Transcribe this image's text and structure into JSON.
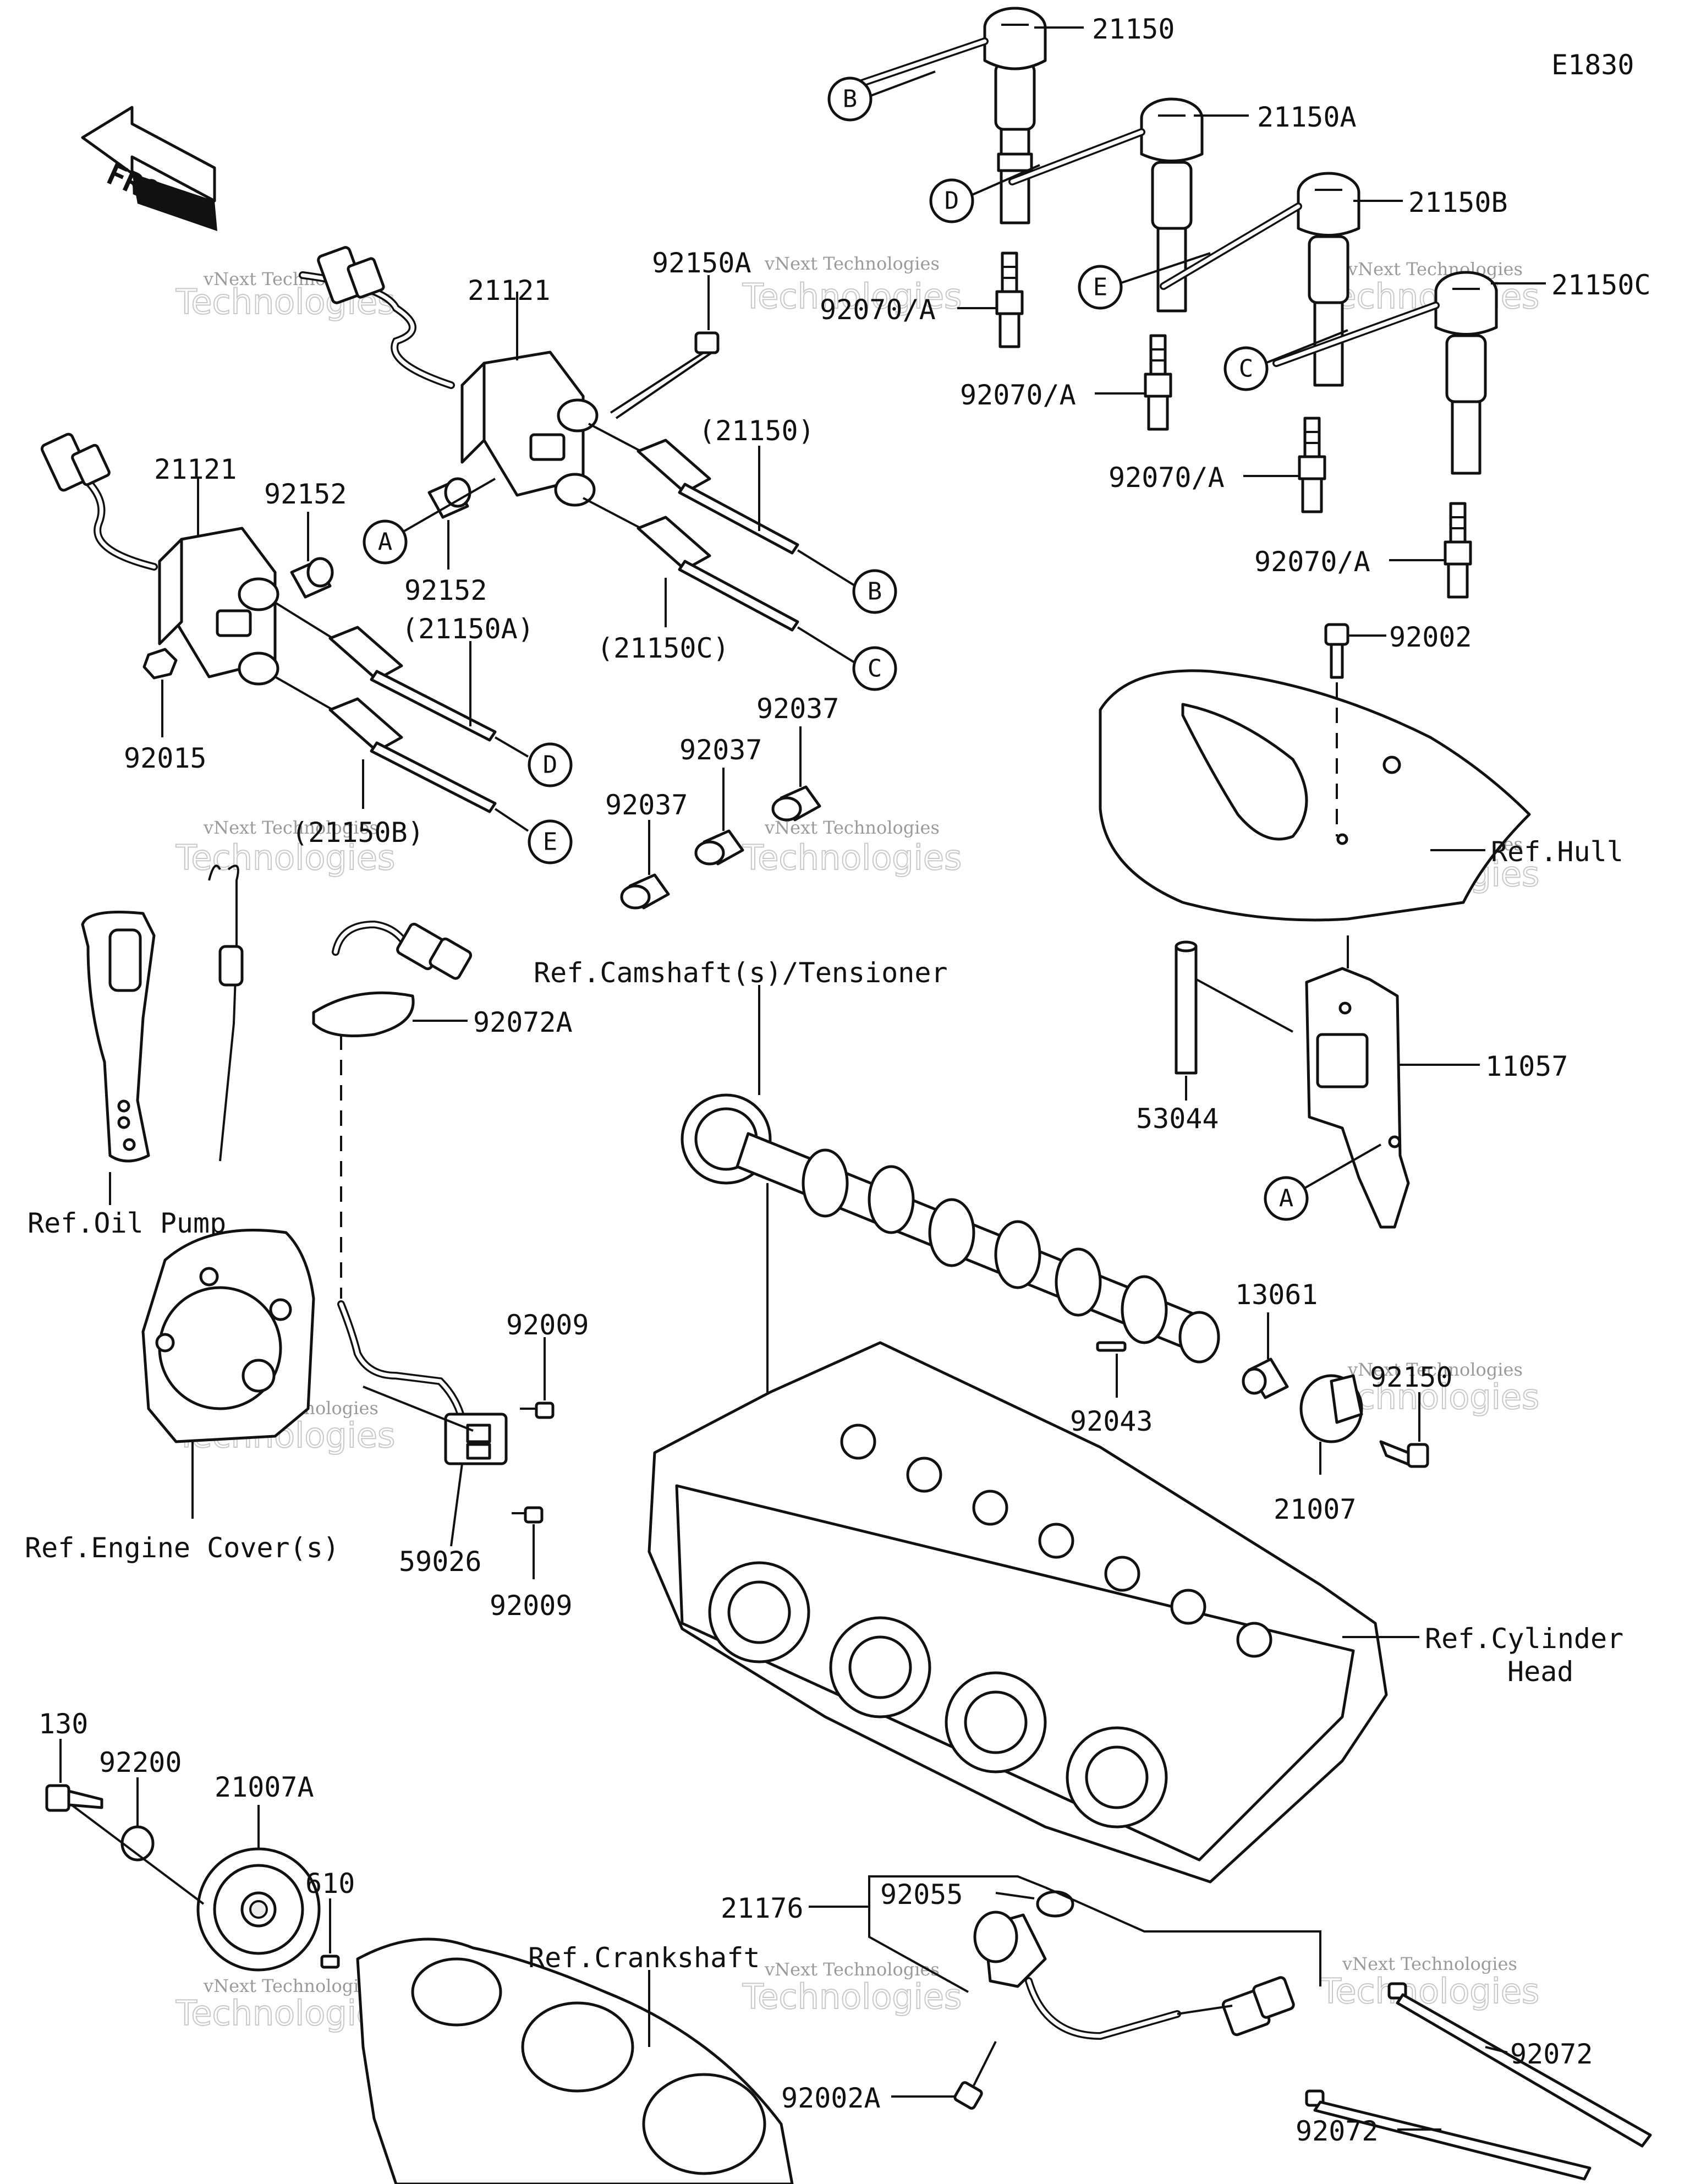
{
  "figure_id": "E1830",
  "front_label": "FRONT",
  "callouts": {
    "p21150": "21150",
    "p21150A": "21150A",
    "p21150B": "21150B",
    "p21150C": "21150C",
    "p92150A": "92150A",
    "p92070_1": "92070/A",
    "p92070_2": "92070/A",
    "p92070_3": "92070/A",
    "p92070_4": "92070/A",
    "p21121_top": "21121",
    "p21121_left": "21121",
    "p92152_a": "92152",
    "p92152_b": "92152",
    "p21150_ref": "(21150)",
    "p21150A_ref": "(21150A)",
    "p21150B_ref": "(21150B)",
    "p21150C_ref": "(21150C)",
    "p92015": "92015",
    "p92037_1": "92037",
    "p92037_2": "92037",
    "p92037_3": "92037",
    "p92002": "92002",
    "p92072A": "92072A",
    "p11057": "11057",
    "p53044": "53044",
    "p13061": "13061",
    "p92150": "92150",
    "p92043": "92043",
    "p21007": "21007",
    "p92009_a": "92009",
    "p92009_b": "92009",
    "p59026": "59026",
    "p130": "130",
    "p92200": "92200",
    "p21007A": "21007A",
    "p610": "610",
    "p21176": "21176",
    "p92055": "92055",
    "p92002A": "92002A",
    "p92072_a": "92072",
    "p92072_b": "92072"
  },
  "references": {
    "hull": "Ref.Hull",
    "camshaft": "Ref.Camshaft(s)/Tensioner",
    "oil_pump": "Ref.Oil Pump",
    "engine_cover": "Ref.Engine Cover(s)",
    "cylinder_head_1": "Ref.Cylinder",
    "cylinder_head_2": "Head",
    "crankshaft": "Ref.Crankshaft"
  },
  "connectors": {
    "A1": "A",
    "A2": "A",
    "B1": "B",
    "B2": "B",
    "C1": "C",
    "C2": "C",
    "D1": "D",
    "D2": "D",
    "E1": "E",
    "E2": "E"
  },
  "watermark": {
    "line1": "vNext Technologies",
    "big": "Technologies",
    "small": "vNext"
  }
}
